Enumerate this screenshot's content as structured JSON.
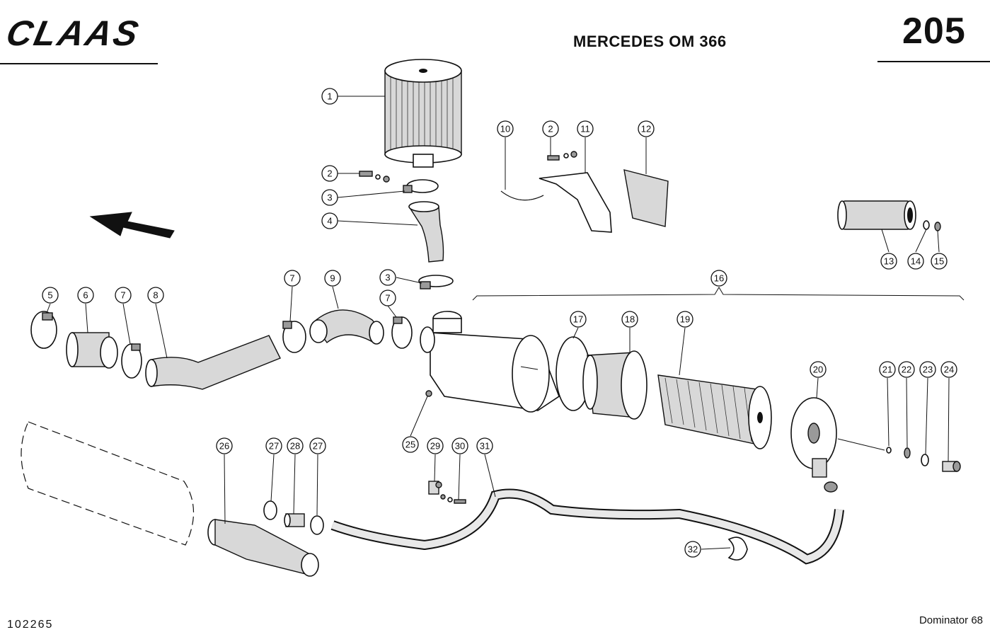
{
  "header": {
    "logo_text": "CLAAS",
    "title": "MERCEDES OM 366",
    "page_number": "205"
  },
  "footer": {
    "drawing_number": "102265",
    "model": "Dominator 68"
  },
  "callouts": [
    "1",
    "2",
    "3",
    "4",
    "2",
    "10",
    "11",
    "12",
    "13",
    "14",
    "15",
    "5",
    "6",
    "7",
    "8",
    "7",
    "9",
    "3",
    "7",
    "16",
    "17",
    "18",
    "19",
    "20",
    "21",
    "22",
    "23",
    "24",
    "25",
    "26",
    "27",
    "28",
    "27",
    "29",
    "30",
    "31",
    "32"
  ]
}
